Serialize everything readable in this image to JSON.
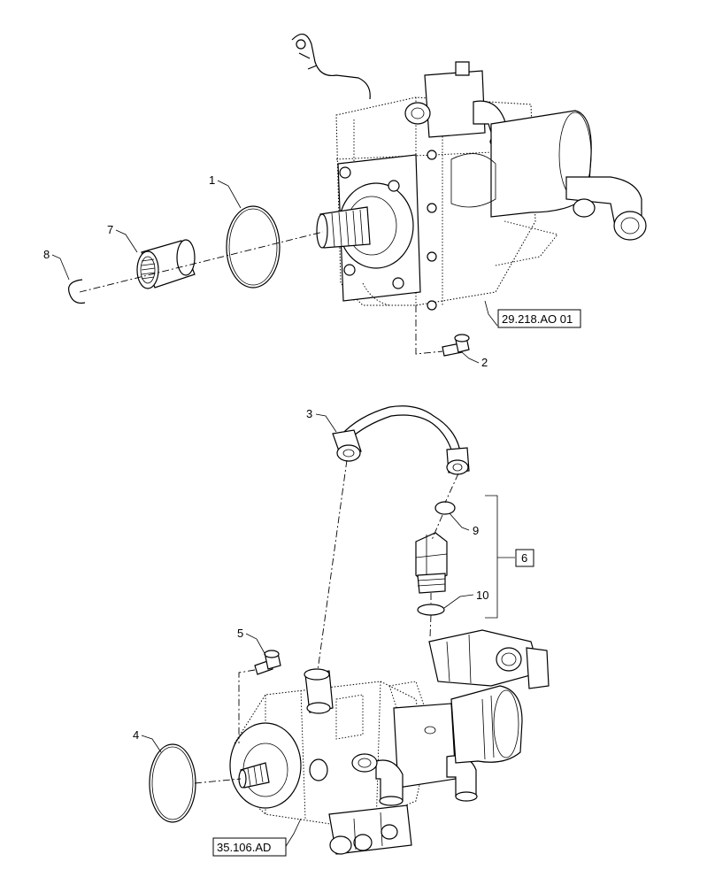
{
  "callouts": {
    "c1": "1",
    "c2": "2",
    "c3": "3",
    "c4": "4",
    "c5": "5",
    "c6": "6",
    "c7": "7",
    "c8": "8",
    "c9": "9",
    "c10": "10"
  },
  "references": {
    "upper_pump": "29.218.AO 01",
    "lower_pump": "35.106.AD"
  }
}
